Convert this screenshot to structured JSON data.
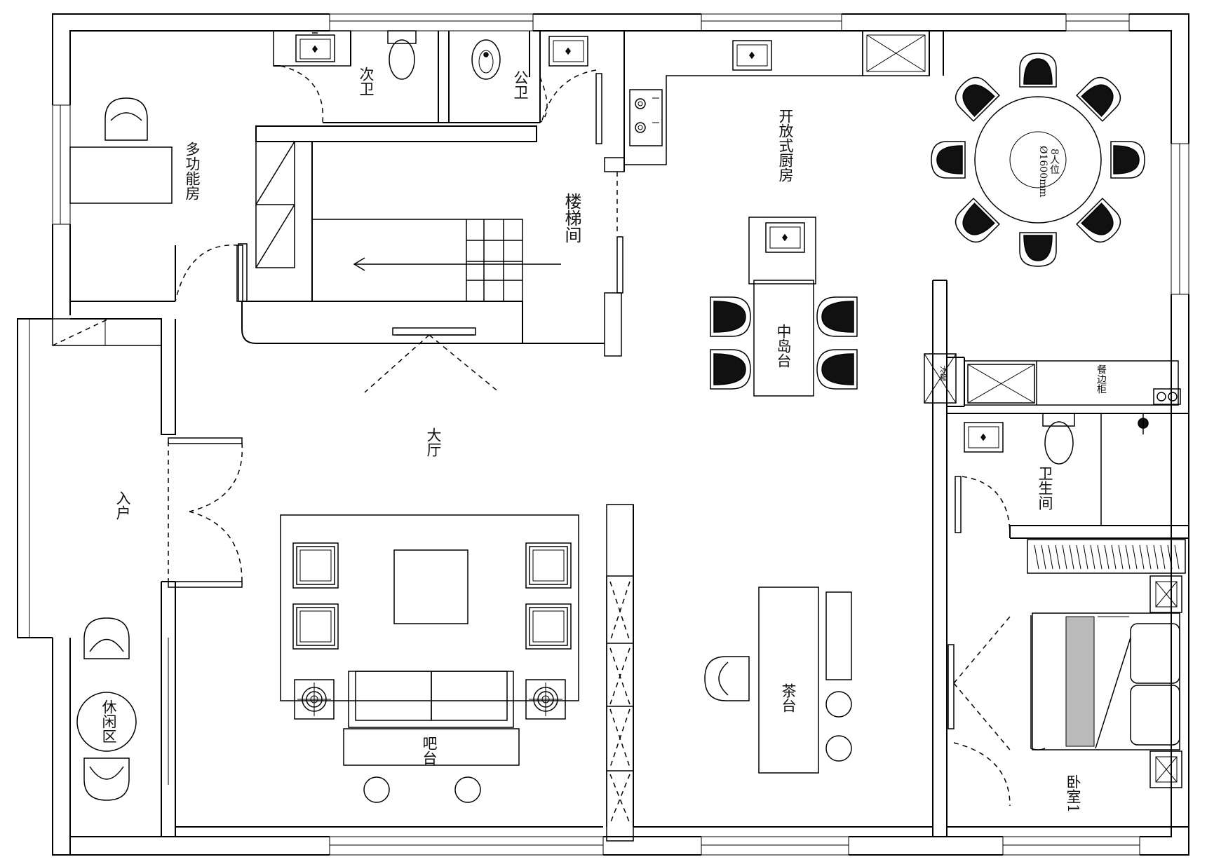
{
  "rooms": {
    "multi_function": "多功能房",
    "secondary_bath": "次卫",
    "public_bath": "公卫",
    "stairwell": "楼梯间",
    "open_kitchen": "开放式厨房",
    "dining_capacity": "8人位",
    "dining_diameter": "Ø1600mm",
    "kitchen_island": "中岛台",
    "sideboard": "餐边柜",
    "fridge": "冰箱",
    "hall": "大厅",
    "entry": "入户",
    "bathroom": "卫生间",
    "lounge": "休闲区",
    "bar": "吧台",
    "tea_table": "茶台",
    "bedroom1": "卧室1"
  },
  "colors": {
    "line": "#000000",
    "background": "#ffffff",
    "diameter_mark": "#cc2222"
  }
}
